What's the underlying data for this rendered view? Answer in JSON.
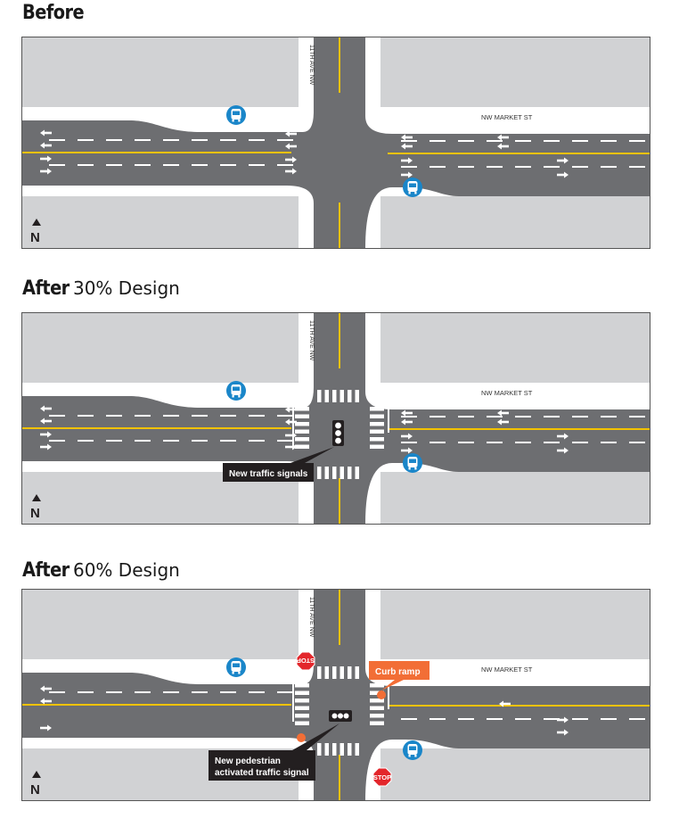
{
  "colors": {
    "road": "#6d6e71",
    "block": "#d1d2d4",
    "sidewalk": "#ffffff",
    "centerline": "#f2c200",
    "marking": "#ffffff",
    "bus": "#1a86c9",
    "stop_sign": "#e3262b",
    "callout_dark": "#231f20",
    "callout_orange": "#f26e36",
    "signal_body": "#231f20"
  },
  "street_names": {
    "north_south": "11TH AVE NW",
    "east_west": "NW MARKET ST"
  },
  "north_label": "N",
  "panels": [
    {
      "id": "before",
      "heading_strong": "Before",
      "heading_light": "",
      "west_lanes": 4,
      "east_lanes": 4,
      "crosswalks": false,
      "traffic_signal": false,
      "ped_signal": false,
      "stop_signs": false,
      "curb_ramp": false,
      "callouts": []
    },
    {
      "id": "after-30",
      "heading_strong": "After",
      "heading_light": "30% Design",
      "west_lanes": 4,
      "east_lanes": 4,
      "crosswalks": true,
      "traffic_signal": true,
      "ped_signal": false,
      "stop_signs": false,
      "curb_ramp": false,
      "callouts": [
        {
          "kind": "dark",
          "lines": [
            "New traffic signals"
          ]
        }
      ]
    },
    {
      "id": "after-60",
      "heading_strong": "After",
      "heading_light": "60% Design",
      "west_lanes": 3,
      "east_lanes": 3,
      "crosswalks": true,
      "traffic_signal": false,
      "ped_signal": true,
      "stop_signs": true,
      "curb_ramp": true,
      "stop_label": "STOP",
      "callouts": [
        {
          "kind": "dark",
          "lines": [
            "New pedestrian",
            "activated traffic signal"
          ]
        },
        {
          "kind": "orange",
          "lines": [
            "Curb ramp"
          ]
        }
      ]
    }
  ]
}
